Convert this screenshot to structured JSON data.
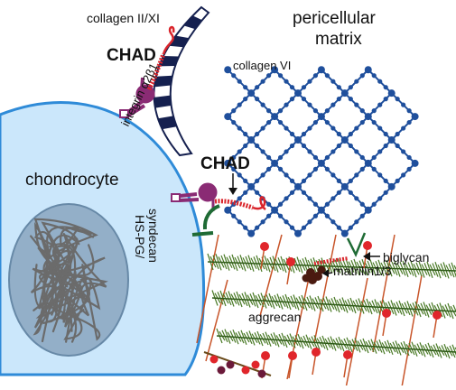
{
  "labels": {
    "collagen_2_11": "collagen II/XI",
    "pericellular": "pericellular",
    "matrix": "matrix",
    "collagen_6": "collagen VI",
    "chad_top": "CHAD",
    "chad_middle": "CHAD",
    "integrin": "integrin α2β1",
    "chondrocyte": "chondrocyte",
    "hspg": "HS-PG/",
    "syndecan": "syndecan",
    "biglycan": "biglycan",
    "matrilin": "matrilin1/3",
    "aggrecan": "aggrecan"
  },
  "colors": {
    "cell": "#cbe7fb",
    "cell_edge": "#2f8bd8",
    "nucleus": "#8ea9c3",
    "chromatin": "#6b6b6b",
    "collagen6": "#1f4f9c",
    "collagen2_dark": "#15204f",
    "chad": "#d9242b",
    "integrin": "#8a2b74",
    "hspg": "#1f6b35",
    "aggrecan": "#4a7a27",
    "aggrecan_core": "#c8552a",
    "matrilin": "#4a1a10"
  }
}
